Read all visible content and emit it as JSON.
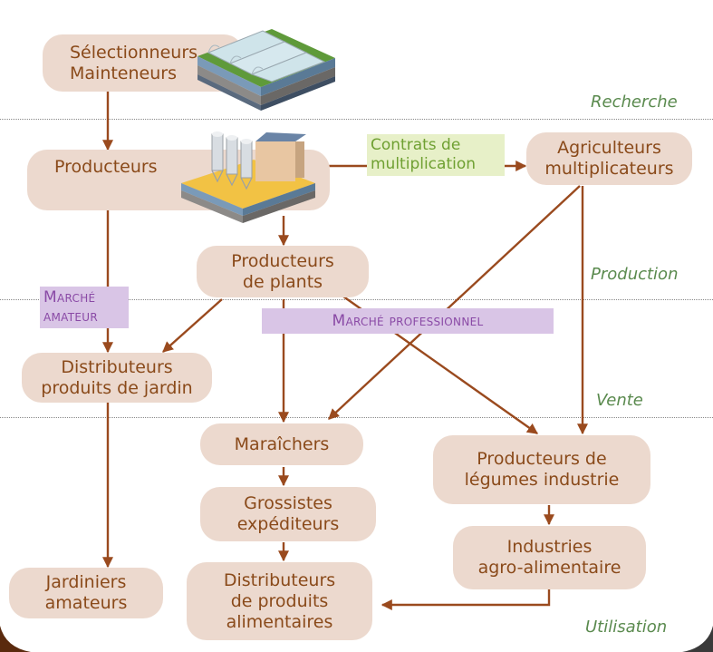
{
  "zones": [
    {
      "label": "Recherche"
    },
    {
      "label": "Production"
    },
    {
      "label": "Vente"
    },
    {
      "label": "Utilisation"
    }
  ],
  "nodes": {
    "selectionneurs": [
      "Sélectionneurs",
      "Mainteneurs"
    ],
    "producteurs": [
      "Producteurs"
    ],
    "producteurs_plants": [
      "Producteurs",
      "de plants"
    ],
    "agriculteurs": [
      "Agriculteurs",
      "multiplicateurs"
    ],
    "distributeurs_jardin": [
      "Distributeurs",
      "produits de jardin"
    ],
    "maraichers": [
      "Maraîchers"
    ],
    "producteurs_legumes": [
      "Producteurs de",
      "légumes industrie"
    ],
    "grossistes": [
      "Grossistes",
      "expéditeurs"
    ],
    "industries": [
      "Industries",
      "agro-alimentaire"
    ],
    "jardiniers": [
      "Jardiniers",
      "amateurs"
    ],
    "distributeurs_alimentaires": [
      "Distributeurs",
      "de produits",
      "alimentaires"
    ]
  },
  "tags": {
    "contrats": [
      "Contrats de",
      "multiplication"
    ],
    "marche_amateur": [
      "Marché",
      "amateur"
    ],
    "marche_professionnel": "Marché professionnel"
  },
  "colors": {
    "node_fill": "#ecd9ce",
    "node_text": "#8a4a1a",
    "arrow": "#9a4a1e",
    "zone_text": "#5a8a4e",
    "tag_green_fill": "#e7f0c8",
    "tag_green_text": "#6fa032",
    "tag_purple_fill": "#d9c5e6",
    "tag_purple_text": "#8a4aa6"
  },
  "icons": {
    "greenhouse": "greenhouse-icon",
    "factory": "seed-factory-icon"
  }
}
